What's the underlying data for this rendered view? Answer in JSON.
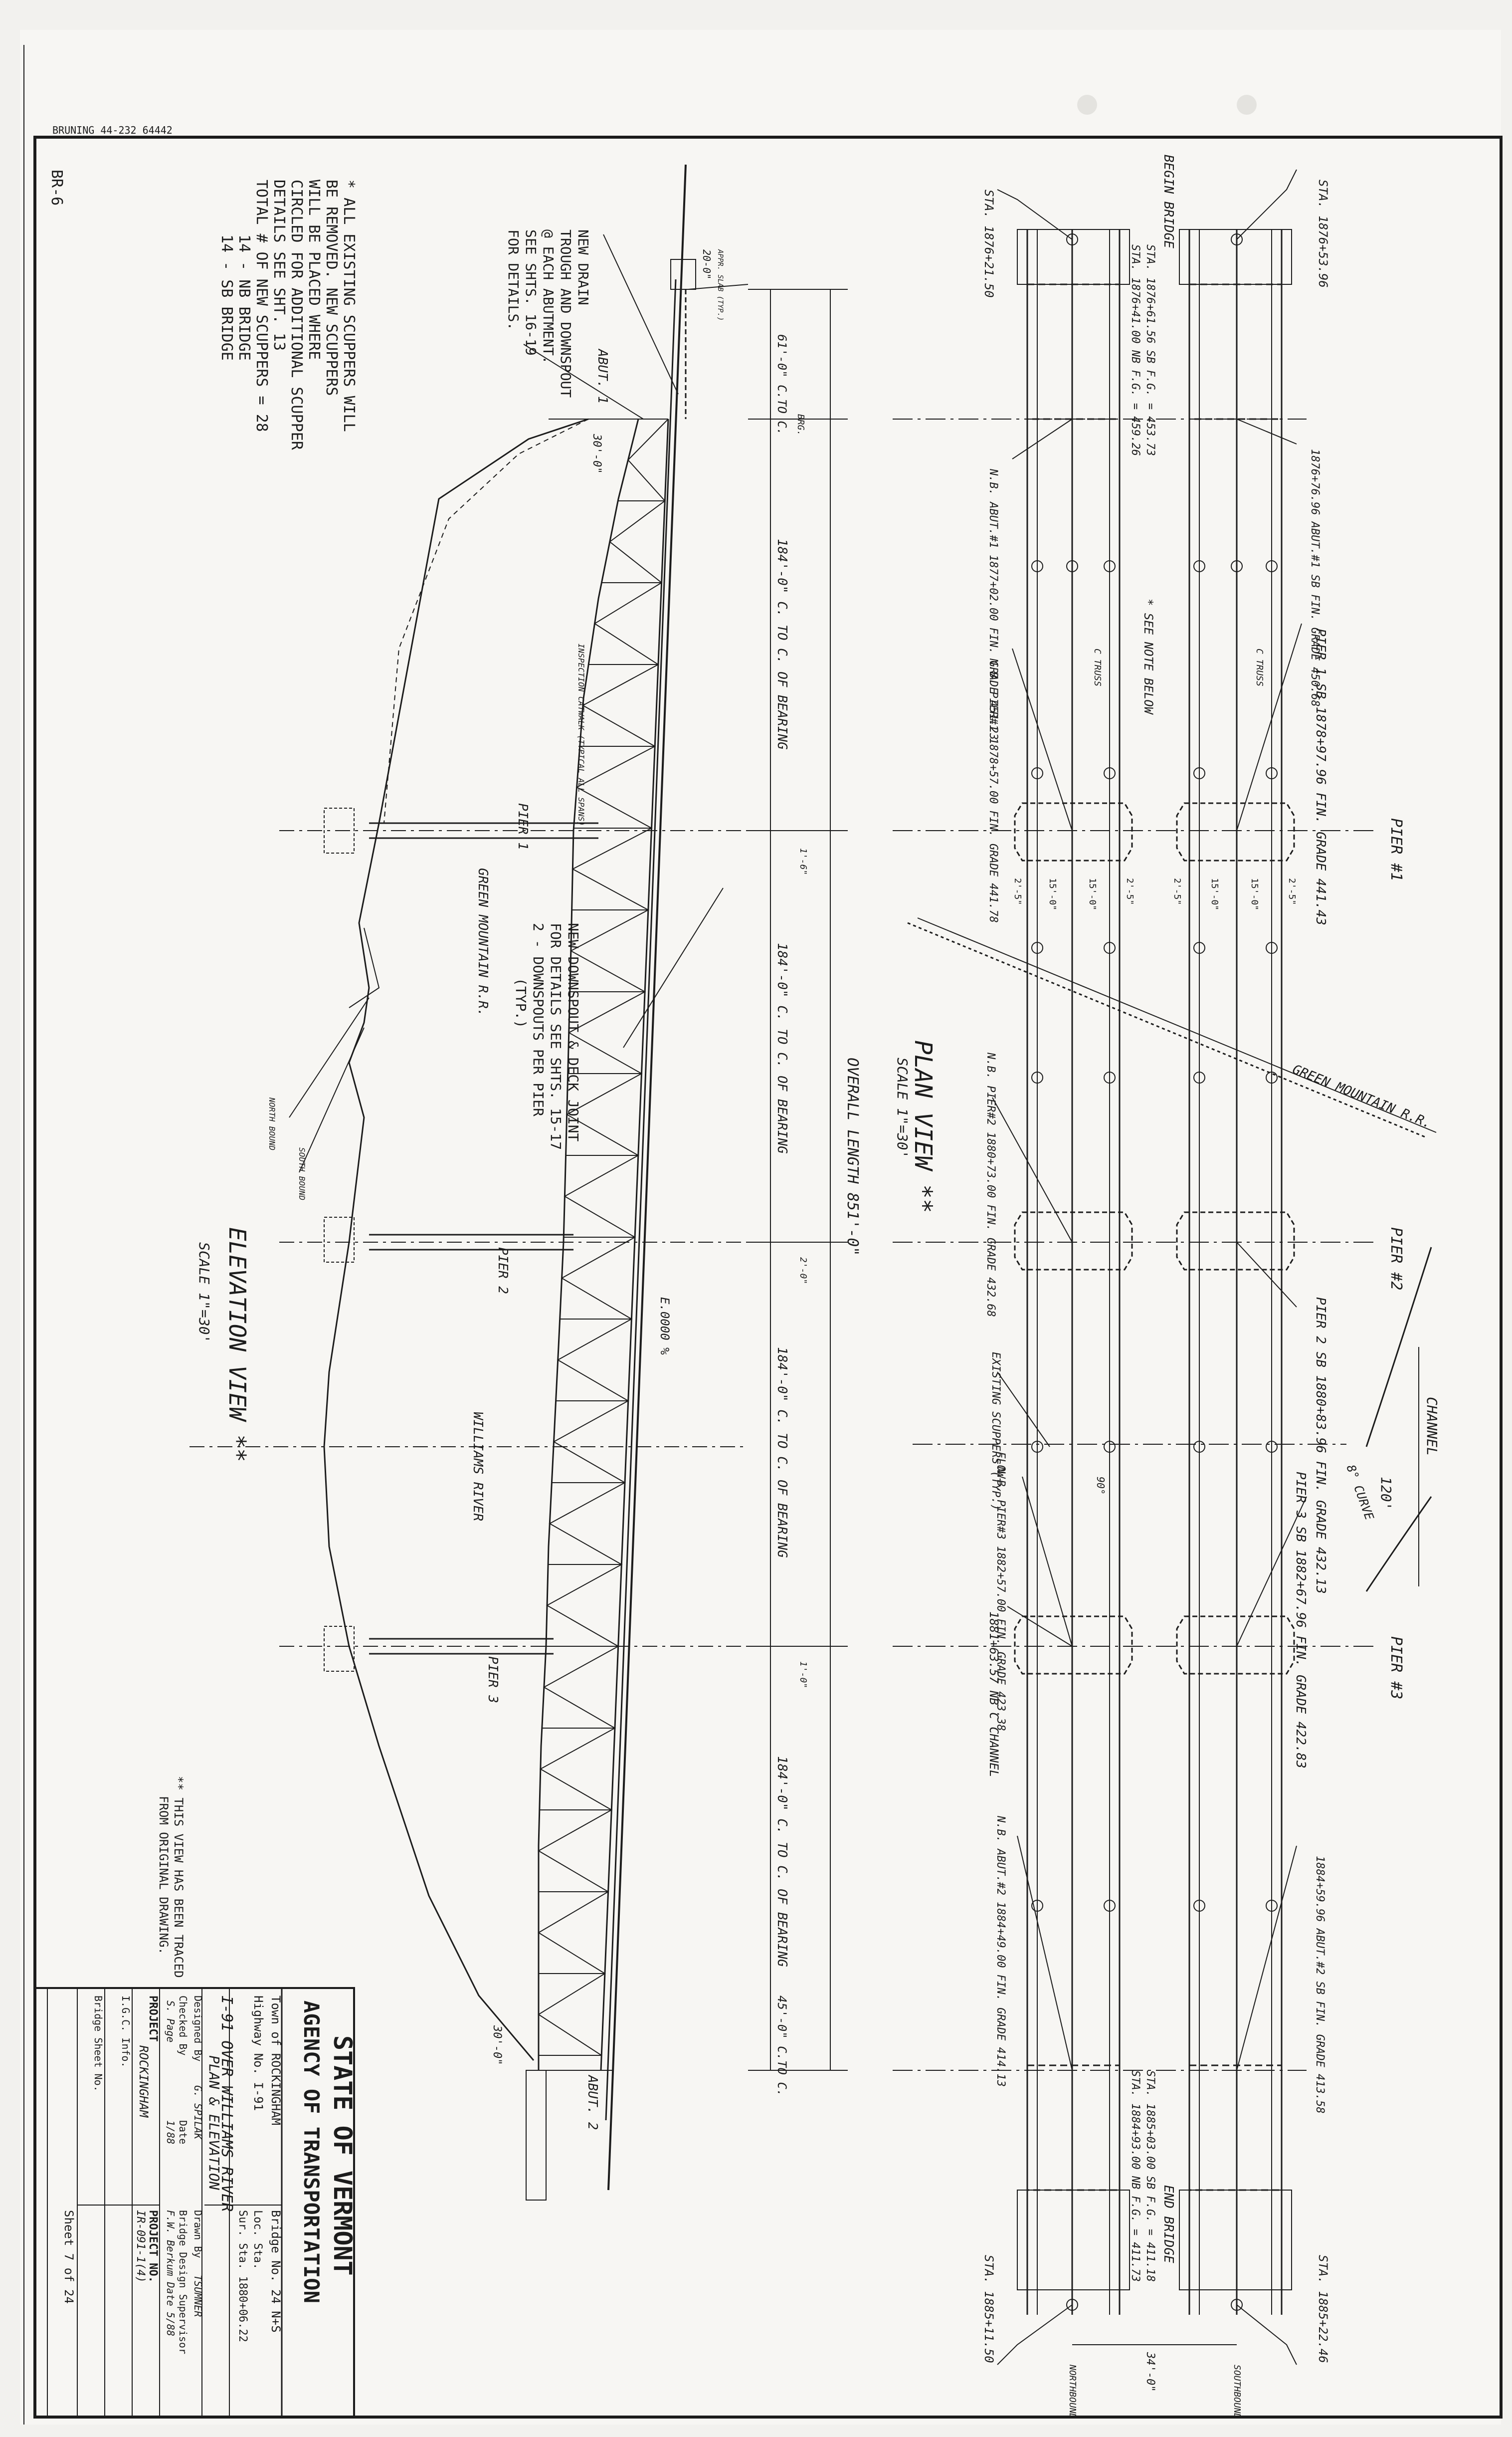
{
  "header": {
    "printer_mark": "BRUNING 44-232 64442",
    "sheet_code": "BR-6"
  },
  "title_block": {
    "agency_line1": "STATE OF VERMONT",
    "agency_line2": "AGENCY OF TRANSPORTATION",
    "town": "Town of ROCKINGHAM",
    "bridge_no": "Bridge No. 24 N+S",
    "highway": "Highway No. I-91",
    "loc_sta": "Loc. Sta.",
    "sur_sta": "Sur. Sta. 1880+06.22",
    "subject": "I-91  OVER  WILLIAMS  RIVER",
    "title": "PLAN & ELEVATION",
    "designed_by": "Designed By",
    "designed_name": "G. SPILAK",
    "drawn_by": "Drawn By",
    "drawn_name": "TSUMNER",
    "checked_by": "Checked By",
    "date_label": "Date",
    "date_value": "1/88",
    "checker": "S. Page",
    "supervisor_label": "Bridge Design Supervisor",
    "supervisor_value": "F.W. Berkum  Date 5/88",
    "project_label": "PROJECT",
    "project_name": "ROCKINGHAM",
    "project_no_label": "PROJECT NO.",
    "project_no": "IR-091-1(4)",
    "igc": "I.G.C. Info.",
    "bridge_sheet": "Bridge Sheet No.",
    "sheet": "Sheet 7 of 24"
  },
  "notes": {
    "scupper_note": [
      "* ALL EXISTING SCUPPERS WILL",
      "BE REMOVED. NEW SCUPPERS",
      "WILL BE PLACED WHERE",
      "CIRCLED FOR ADDITIONAL SCUPPER",
      "DETAILS SEE SHT. 13",
      "TOTAL # OF NEW SCUPPERS = 28",
      "14 - NB BRIDGE",
      "14 - SB BRIDGE"
    ],
    "traced_note": [
      "** THIS VIEW HAS BEEN TRACED",
      "FROM ORIGINAL DRAWING."
    ],
    "new_drain": [
      "NEW DRAIN",
      "TROUGH AND DOWNSPOUT",
      "@ EACH ABUTMENT.",
      "SEE SHTS. 16-19",
      "FOR DETAILS."
    ],
    "downspout": [
      "NEW DOWNSPOUT & DECK JOINT",
      "FOR DETAILS SEE SHTS. 15-17",
      "2 - DOWNSPOUTS PER PIER",
      "(TYP.)"
    ]
  },
  "elevation": {
    "title": "ELEVATION VIEW **",
    "scale": "SCALE 1\"=30'",
    "abut1": "ABUT. 1",
    "abut2": "ABUT. 2",
    "pier1": "PIER 1",
    "pier2": "PIER 2",
    "pier3": "PIER 3",
    "railroad": "GREEN MOUNTAIN R.R.",
    "river": "WILLIAMS RIVER",
    "northbound": "NORTH BOUND",
    "southbound": "SOUTH BOUND",
    "inspection": "INSPECTION CATWALK (TYPICAL ALL SPANS)",
    "grade": "E.0000 %",
    "seat1": "30'-0\"",
    "seat2": "30'-0\"",
    "appr": "20-0\"",
    "appr_note": "APPR. SLAB (TYP.)"
  },
  "dimensions": {
    "overall": "OVERALL  LENGTH  851'-0\"",
    "span1": "184'-0\" C. TO C. OF BEARING",
    "span2": "184'-0\" C. TO C. OF BEARING",
    "span3": "184'-0\" C. TO C. OF BEARING",
    "span4": "184'-0\" C. TO C. OF BEARING",
    "end1": "61'-0\" C.TO C.",
    "end2": "45'-0\" C.TO C.",
    "small_a": "1'-6\"",
    "small_b": "2'-0\"",
    "small_c": "1'-0\"",
    "brg": "BRG."
  },
  "plan": {
    "title": "PLAN VIEW **",
    "scale": "SCALE 1\"=30'",
    "begin_bridge": "BEGIN BRIDGE",
    "end_bridge": "END BRIDGE",
    "sta_tl": "STA. 1876+53.96",
    "sta_bl": "STA. 1876+21.50",
    "sta_tr": "STA. 1885+22.46",
    "sta_br": "STA. 1885+11.50",
    "sb_begin": "STA. 1876+61.56 SB  F.G. = 453.73",
    "nb_begin": "STA. 1876+41.00 NB  F.G. = 459.26",
    "sb_abut1": "1876+76.96 ABUT.#1 SB  FIN. GRADE 450.68",
    "nb_abut1": "N.B.  ABUT.#1 1877+02.00  FIN. GRADE 451.23",
    "pier1_sb": "PIER 1 SB  1878+97.96  FIN. GRADE 441.43",
    "pier1_nb": "N.B.  PIER#1 1878+57.00  FIN. GRADE 441.78",
    "pier2_nb": "N.B.  PIER#2 1880+73.00  FIN. GRADE 432.68",
    "pier2_sb": "PIER 2 SB  1880+83.96  FIN. GRADE 432.13",
    "pier3_sb": "PIER 3 SB  1882+67.96  FIN. GRADE 422.83",
    "pier3_nb": "N.B.  PIER#3 1882+57.00  FIN. GRADE 423.38",
    "abut2_nb": "N.B.  ABUT.#2 1884+49.00  FIN. GRADE 414.13",
    "abut2_sb": "1884+59.96 ABUT.#2 SB  FIN. GRADE 413.58",
    "sb_end": "STA. 1885+03.00 SB  F.G. = 411.18",
    "nb_end": "STA. 1884+93.00 NB  F.G. = 411.73",
    "channel_sta": "1881+63.57 NB  C CHANNEL",
    "channel": "CHANNEL",
    "channel_w": "120'",
    "curve": "8° CURVE",
    "scuppers": "EXISTING SCUPPERS (TYP.)",
    "flow": "FLOW",
    "angle": "90°",
    "see_note": "* SEE NOTE BELOW",
    "truss": "C TRUSS",
    "rr": "GREEN MOUNTAIN R.R.",
    "pier1_axis": "PIER #1",
    "pier2_axis": "PIER #2",
    "pier3_axis": "PIER #3",
    "spacing": [
      "2'-5\"",
      "15'-0\"",
      "15'-0\"",
      "2'-5\"",
      "2'-5\"",
      "15'-0\"",
      "15'-0\"",
      "2'-5\""
    ],
    "median": "34'-0\"",
    "northbound": "NORTHBOUND",
    "southbound": "SOUTHBOUND"
  }
}
